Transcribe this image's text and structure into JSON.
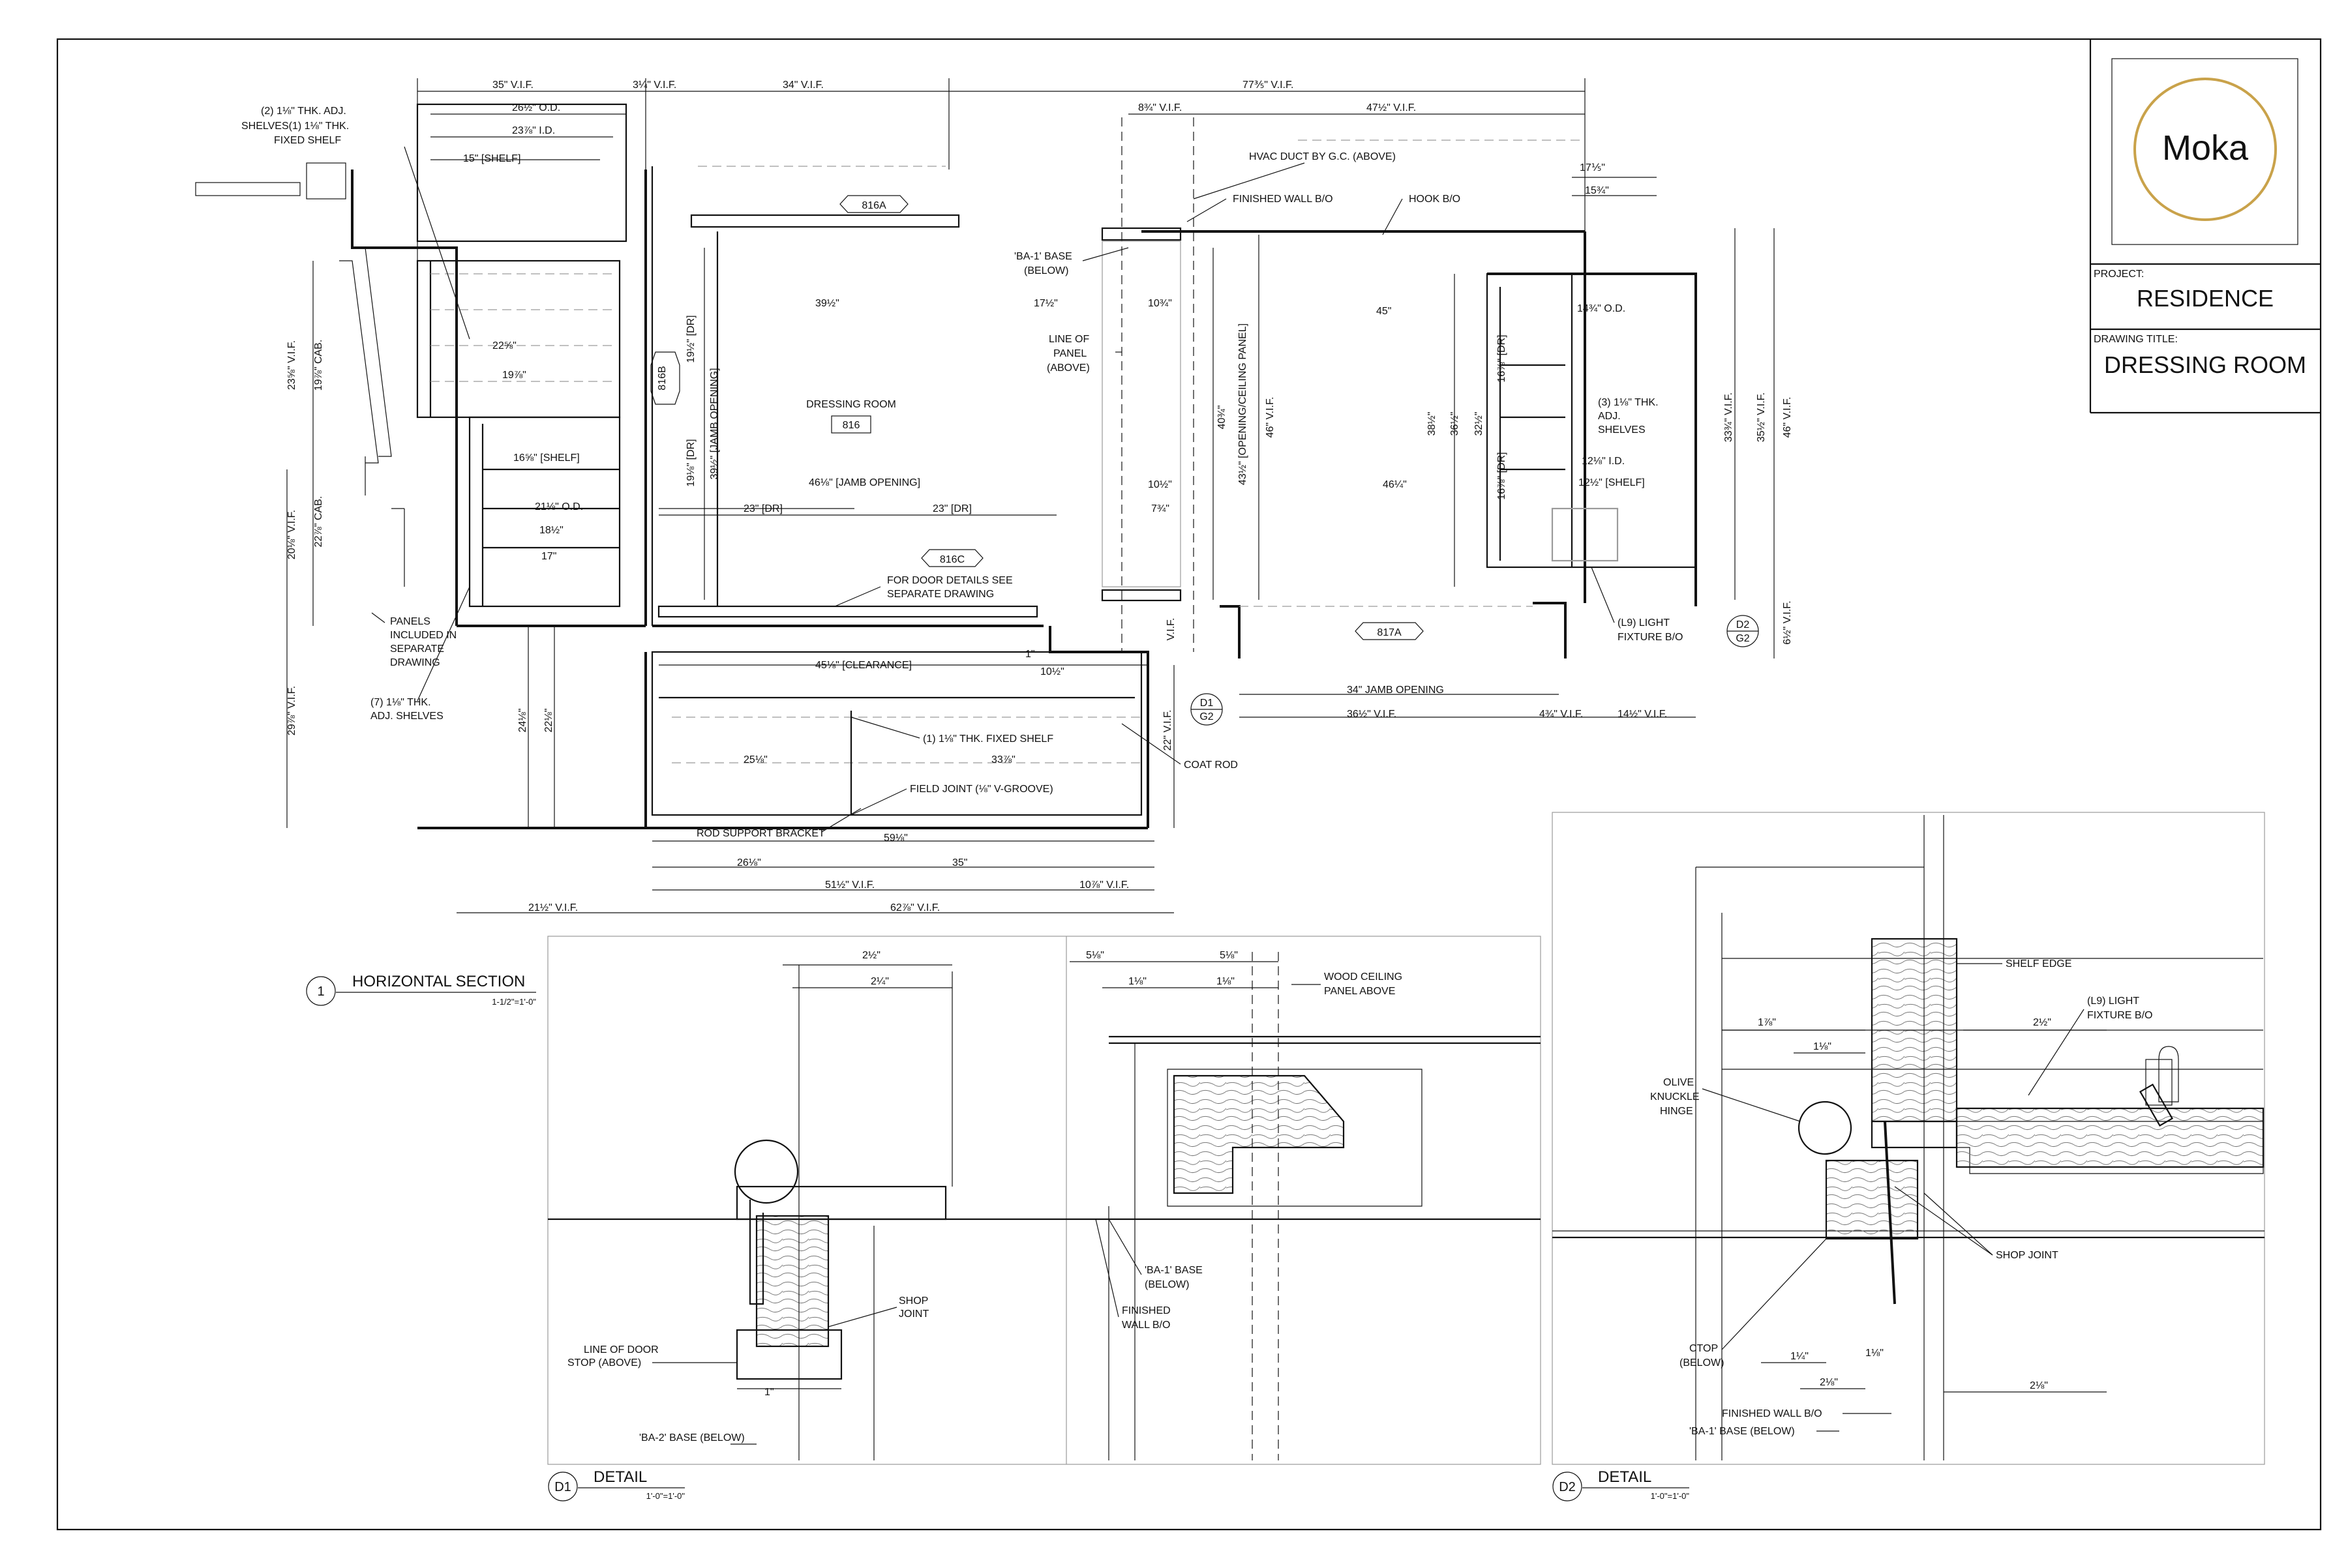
{
  "title_block": {
    "logo_text": "Moka",
    "project_label": "PROJECT:",
    "project_name": "RESIDENCE",
    "drawing_title_label": "DRAWING TITLE:",
    "drawing_title": "DRESSING ROOM"
  },
  "main_view": {
    "number": "1",
    "title": "HORIZONTAL SECTION",
    "scale": "1-1/2\"=1'-0\""
  },
  "rooms": [
    {
      "name": "DRESSING ROOM",
      "number": "816"
    }
  ],
  "door_tags": [
    "816A",
    "816B",
    "816C",
    "817A"
  ],
  "detail_tags": [
    {
      "top": "D1",
      "bottom": "G2"
    },
    {
      "top": "D2",
      "bottom": "G2"
    }
  ],
  "plan_notes": {
    "adj_shelves_top": "(2) 1⅛\" THK. ADJ.",
    "adj_shelves_top_2": "SHELVES(1) 1⅛\" THK.",
    "adj_shelves_top_3": "FIXED SHELF",
    "hvac": "HVAC DUCT BY G.C. (ABOVE)",
    "finished_wall": "FINISHED WALL B/O",
    "hook": "HOOK B/O",
    "base_1": "'BA-1' BASE",
    "base_1b": "(BELOW)",
    "line_of_panel": "LINE OF",
    "line_of_panel_2": "PANEL",
    "line_of_panel_3": "(ABOVE)",
    "door_details": "FOR DOOR DETAILS SEE",
    "door_details_2": "SEPARATE DRAWING",
    "panels_1": "PANELS",
    "panels_2": "INCLUDED IN",
    "panels_3": "SEPARATE",
    "panels_4": "DRAWING",
    "adj_shelves_7": "(7) 1⅛\" THK.",
    "adj_shelves_7b": "ADJ. SHELVES",
    "adj_shelves_3": "(3) 1⅛\" THK.",
    "adj_shelves_3b": "ADJ.",
    "adj_shelves_3c": "SHELVES",
    "light": "(L9) LIGHT",
    "light_2": "FIXTURE B/O",
    "fixed_shelf": "(1) 1⅛\" THK. FIXED SHELF",
    "coat_rod": "COAT ROD",
    "field_joint": "FIELD JOINT (⅛\" V-GROOVE)",
    "rod_bracket": "ROD SUPPORT BRACKET",
    "jamb_opening_34": "34\" JAMB OPENING"
  },
  "plan_dims": {
    "d35vif": "35\" V.I.F.",
    "d3_4vif": "3¼\" V.I.F.",
    "d34vif": "34\" V.I.F.",
    "d77vif": "77⅗\" V.I.F.",
    "d26od": "26½\" O.D.",
    "d23id": "23⅞\" I.D.",
    "d15shelf": "15\" [SHELF]",
    "d8vif": "8¾\" V.I.F.",
    "d47vif": "47½\" V.I.F.",
    "d17a": "17⅕\"",
    "d15a": "15¾\"",
    "d39": "39½\"",
    "d17b": "17½\"",
    "d10a": "10¾\"",
    "d45": "45\"",
    "d14od": "14¾\" O.D.",
    "d22": "22⅝\"",
    "d19": "19⅞\"",
    "d16shelf": "16⅝\" [SHELF]",
    "d21od": "21⅛\" O.D.",
    "d18": "18½\"",
    "d17c": "17\"",
    "d46jamb": "46⅛\" [JAMB OPENING]",
    "d23dr_a": "23\" [DR]",
    "d23dr_b": "23\" [DR]",
    "d10b": "10½\"",
    "d7": "7¾\"",
    "d46": "46¼\"",
    "d12id": "12⅛\" I.D.",
    "d12shelf": "12½\" [SHELF]",
    "d45clear": "45⅛\" [CLEARANCE]",
    "d10c": "10½\"",
    "d1": "1\"",
    "d25": "25⅛\"",
    "d33": "33⅞\"",
    "d36vif": "36½\" V.I.F.",
    "d4vif": "4¾\" V.I.F.",
    "d14vif": "14½\" V.I.F.",
    "d59": "59⅛\"",
    "d26b": "26⅛\"",
    "d35b": "35\"",
    "d51vif": "51½\" V.I.F.",
    "d10vif": "10⅞\" V.I.F.",
    "d21vif": "21½\" V.I.F.",
    "d62vif": "62⅞\" V.I.F.",
    "v23vif": "23⅝\" V.I.F.",
    "v19cab": "19⅞\" CAB.",
    "v20vif": "20⅛\" V.I.F.",
    "v22cab": "22⅞\" CAB.",
    "v29vif": "29⅞\" V.I.F.",
    "v24": "24⅛\"",
    "v22": "22⅛\"",
    "v19dr": "19½\" [DR]",
    "v39jamb": "39½\" [JAMB OPENING]",
    "v19dr_b": "19⅛\" [DR]",
    "v43": "43½\" [OPENING/CEILING PANEL]",
    "v46vif": "46\" V.I.F.",
    "v40": "40¾\"",
    "v38": "38½\"",
    "v36": "36½\"",
    "v32": "32½\"",
    "v16dr": "16⅞\" [DR]",
    "v16dr_b": "16⅞\" [DR]",
    "v33vif": "33¾\" V.I.F.",
    "v35vif": "35½\" V.I.F.",
    "v46vif_b": "46\" V.I.F.",
    "v22vif": "22\" V.I.F.",
    "v6vif": "6½\" V.I.F.",
    "vvif": "V.I.F."
  },
  "details": [
    {
      "number": "D1",
      "title": "DETAIL",
      "scale": "1'-0\"=1'-0\"",
      "notes": {
        "shop_joint": "SHOP",
        "shop_joint_2": "JOINT",
        "door_stop": "LINE OF DOOR",
        "door_stop_2": "STOP (ABOVE)",
        "base_2": "'BA-2' BASE (BELOW)",
        "wood_ceiling": "WOOD CEILING",
        "wood_ceiling_2": "PANEL ABOVE",
        "base_1": "'BA-1' BASE",
        "base_1b": "(BELOW)",
        "finished_wall": "FINISHED",
        "finished_wall_2": "WALL B/O"
      },
      "dims": [
        "2½\"",
        "2¼\"",
        "5⅛\"",
        "5⅛\"",
        "1⅛\"",
        "1⅛\"",
        "1\""
      ]
    },
    {
      "number": "D2",
      "title": "DETAIL",
      "scale": "1'-0\"=1'-0\"",
      "notes": {
        "shelf_edge": "SHELF EDGE",
        "light": "(L9) LIGHT",
        "light_2": "FIXTURE B/O",
        "hinge": "OLIVE",
        "hinge_2": "KNUCKLE",
        "hinge_3": "HINGE",
        "shop_joint": "SHOP JOINT",
        "ctop": "CTOP",
        "ctop_2": "(BELOW)",
        "finished_wall": "FINISHED WALL B/O",
        "base_1": "'BA-1' BASE (BELOW)"
      },
      "dims": [
        "1⅞\"",
        "1⅛\"",
        "2½\"",
        "1⅛\"",
        "1¼\"",
        "2⅛\"",
        "2⅛\""
      ]
    }
  ]
}
